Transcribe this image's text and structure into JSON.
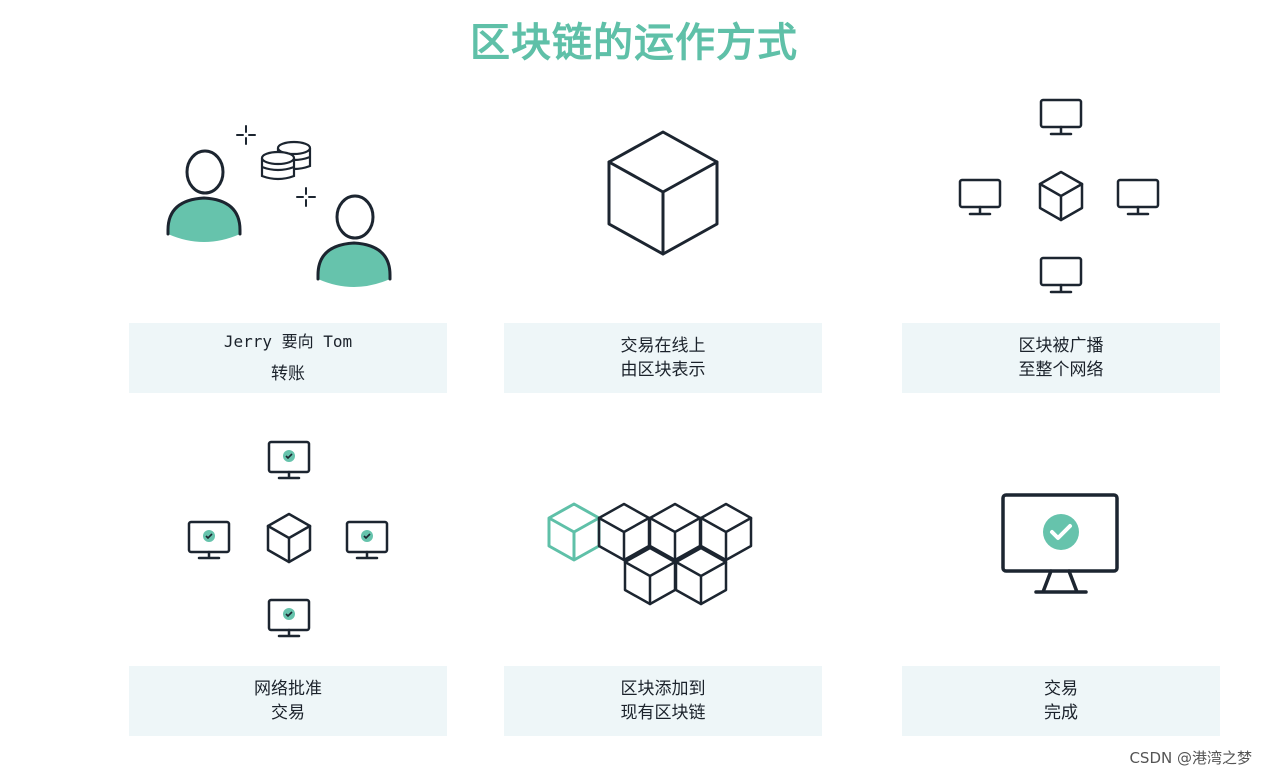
{
  "title": "区块链的运作方式",
  "steps": [
    {
      "line1": "Jerry 要向 Tom",
      "line2": "转账",
      "icon": "users-coins-icon"
    },
    {
      "line1": "交易在线上",
      "line2": "由区块表示",
      "icon": "block-cube-icon"
    },
    {
      "line1": "区块被广播",
      "line2": "至整个网络",
      "icon": "broadcast-network-icon"
    },
    {
      "line1": "网络批准",
      "line2": "交易",
      "icon": "network-approve-icon"
    },
    {
      "line1": "区块添加到",
      "line2": "现有区块链",
      "icon": "chain-blocks-icon"
    },
    {
      "line1": "交易",
      "line2": "完成",
      "icon": "monitor-check-icon"
    }
  ],
  "watermark": "CSDN @港湾之梦",
  "colors": {
    "accent": "#5fc0a8",
    "caption_bg": "#eef6f8",
    "line": "#1c2530"
  }
}
